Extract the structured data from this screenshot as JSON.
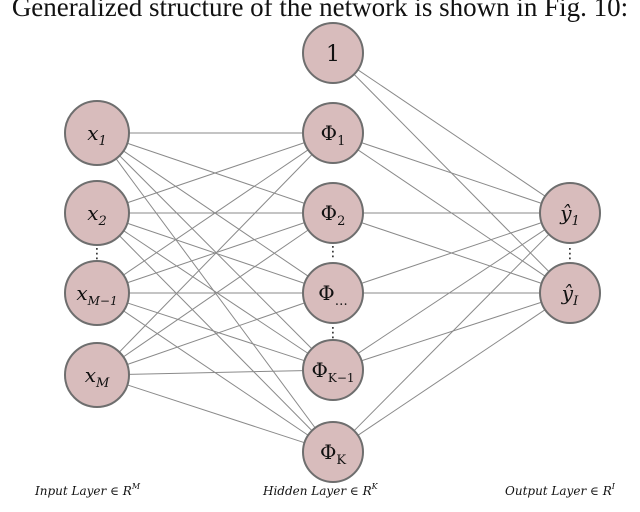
{
  "caption": "Generalized structure of the network is shown in Fig. 10:",
  "nodes": {
    "bias": "1",
    "x1": "x",
    "x1_sub": "1",
    "x2": "x",
    "x2_sub": "2",
    "xM1": "x",
    "xM1_sub": "M−1",
    "xM": "x",
    "xM_sub": "M",
    "phi1": "Φ",
    "phi1_sub": "1",
    "phi2": "Φ",
    "phi2_sub": "2",
    "phidots": "Φ",
    "phidots_sub": "…",
    "phiK1": "Φ",
    "phiK1_sub": "K−1",
    "phiK": "Φ",
    "phiK_sub": "K",
    "y1": "ŷ",
    "y1_sub": "1",
    "yI": "ŷ",
    "yI_sub": "I"
  },
  "ellipsis": "⋮",
  "labels": {
    "input": "Input Layer ∈ R",
    "input_sup": "M",
    "hidden": "Hidden Layer ∈ R",
    "hidden_sup": "K",
    "output": "Output Layer ∈ R",
    "output_sup": "I"
  },
  "colors": {
    "node_fill": "#d8bcbc",
    "node_stroke": "#6e6e6e",
    "edge": "#8a8a8a"
  }
}
